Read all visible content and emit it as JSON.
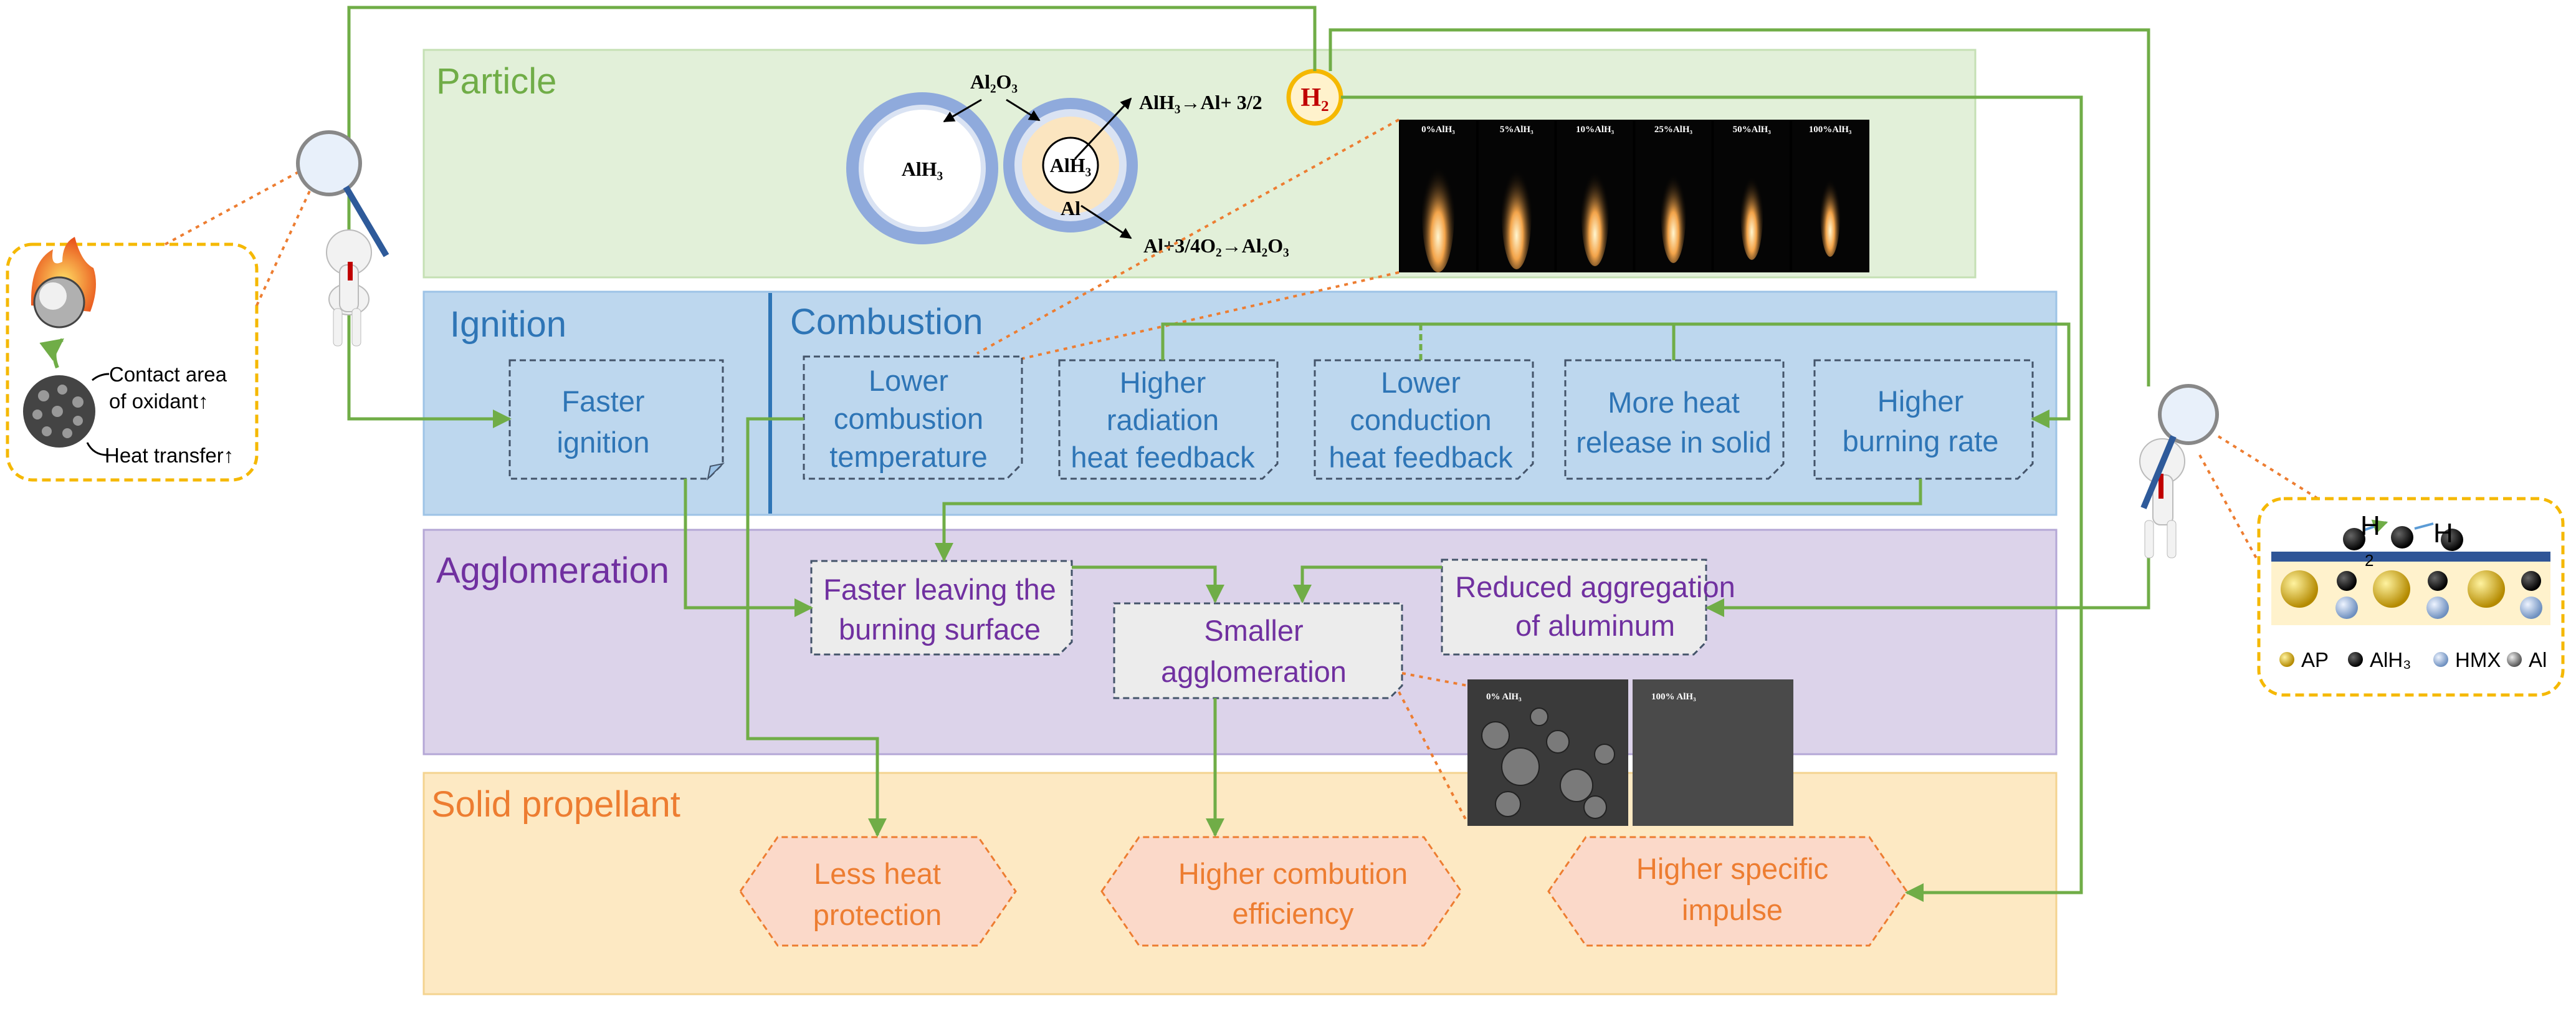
{
  "sections": {
    "particle": "Particle",
    "ignition": "Ignition",
    "combustion": "Combustion",
    "agglomeration": "Agglomeration",
    "solid_propellant": "Solid propellant"
  },
  "chemistry": {
    "shell_label": "Al₂O₃",
    "core1": "AlH₃",
    "core2": "AlH₃",
    "al_label": "Al",
    "reaction1": "AlH₃→Al+ 3/2",
    "reaction2": "Al+3/4O₂→Al₂O₃",
    "h2": "H₂"
  },
  "flame_images": [
    "0%AlH₃",
    "5%AlH₃",
    "10%AlH₃",
    "25%AlH₃",
    "50%AlH₃",
    "100%AlH₃"
  ],
  "sem_images": [
    "0% AlH₃",
    "100% AlH₃"
  ],
  "ignition_box": [
    "Faster",
    "ignition"
  ],
  "combustion_boxes": [
    [
      "Lower",
      "combustion",
      "temperature"
    ],
    [
      "Higher",
      "radiation",
      "heat feedback"
    ],
    [
      "Lower",
      "conduction",
      "heat feedback"
    ],
    [
      "More heat",
      "release in solid"
    ],
    [
      "Higher",
      "burning rate"
    ]
  ],
  "agglomeration_boxes": {
    "faster_leaving": [
      "Faster leaving the",
      "burning surface"
    ],
    "smaller": [
      "Smaller",
      "agglomeration"
    ],
    "reduced": [
      "Reduced aggregation",
      "of aluminum"
    ]
  },
  "outcomes": [
    [
      "Less heat",
      "protection"
    ],
    [
      "Higher combution",
      "efficiency"
    ],
    [
      "Higher specific",
      "impulse"
    ]
  ],
  "left_inset": {
    "contact1": "Contact area",
    "contact2": "of oxidant↑",
    "heat": "Heat transfer↑"
  },
  "right_inset": {
    "h_left": "H",
    "h_right": "H",
    "sub2": "2",
    "legend": [
      "AP",
      "AlH₃",
      "HMX",
      "Al"
    ]
  },
  "colors": {
    "particle_fill": "#e2f0d9",
    "combustion_fill": "#bdd7ee",
    "agglomeration_fill": "#e1d5e7",
    "solid_fill": "#fde9c3",
    "green_line": "#70ad47",
    "blue_text": "#2e75b6",
    "purple_text": "#7030a0",
    "orange_text": "#ed7d31"
  }
}
